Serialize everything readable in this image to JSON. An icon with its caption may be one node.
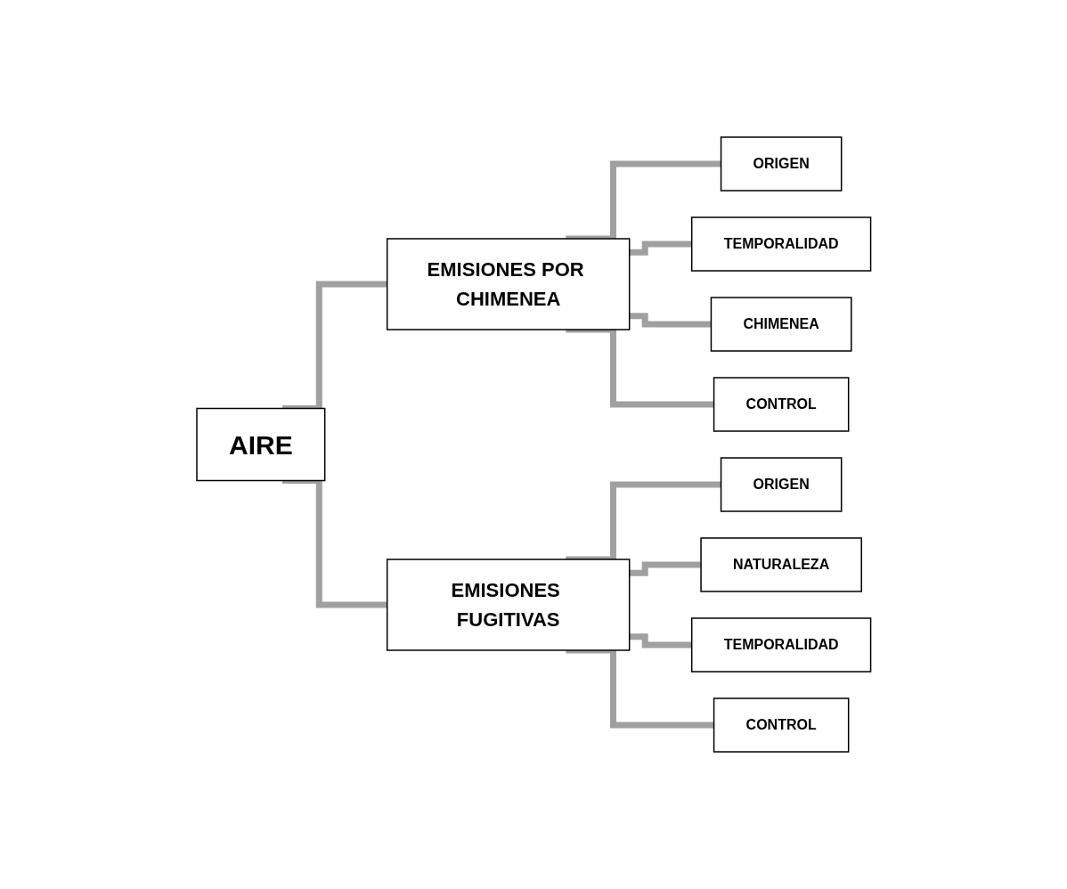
{
  "diagram": {
    "nodes": [
      {
        "text": [
          "AIRE"
        ]
      },
      {
        "text": [
          "EMISIONES POR CHIMENEA"
        ]
      },
      {
        "text": [
          "ORIGEN"
        ]
      },
      {
        "text": [
          "TEMPORALIDAD"
        ]
      },
      {
        "text": [
          "CHIMENEA"
        ]
      },
      {
        "text": [
          "CONTROL"
        ]
      },
      {
        "text": [
          "EMISIONES FUGITIVAS"
        ]
      },
      {
        "text": [
          "ORIGEN"
        ]
      },
      {
        "text": [
          "NATURALEZA"
        ]
      },
      {
        "text": [
          "TEMPORALIDAD"
        ]
      },
      {
        "text": [
          "CONTROL"
        ]
      }
    ],
    "edges": [
      {
        "from": 0,
        "to": 1,
        "arrow": "none"
      },
      {
        "from": 0,
        "to": 6,
        "arrow": "none"
      },
      {
        "from": 1,
        "to": 2,
        "arrow": "none"
      },
      {
        "from": 1,
        "to": 3,
        "arrow": "none"
      },
      {
        "from": 1,
        "to": 4,
        "arrow": "none"
      },
      {
        "from": 1,
        "to": 5,
        "arrow": "none"
      },
      {
        "from": 6,
        "to": 7,
        "arrow": "none"
      },
      {
        "from": 6,
        "to": 8,
        "arrow": "none"
      },
      {
        "from": 6,
        "to": 9,
        "arrow": "none"
      },
      {
        "from": 6,
        "to": 10,
        "arrow": "none"
      }
    ]
  }
}
